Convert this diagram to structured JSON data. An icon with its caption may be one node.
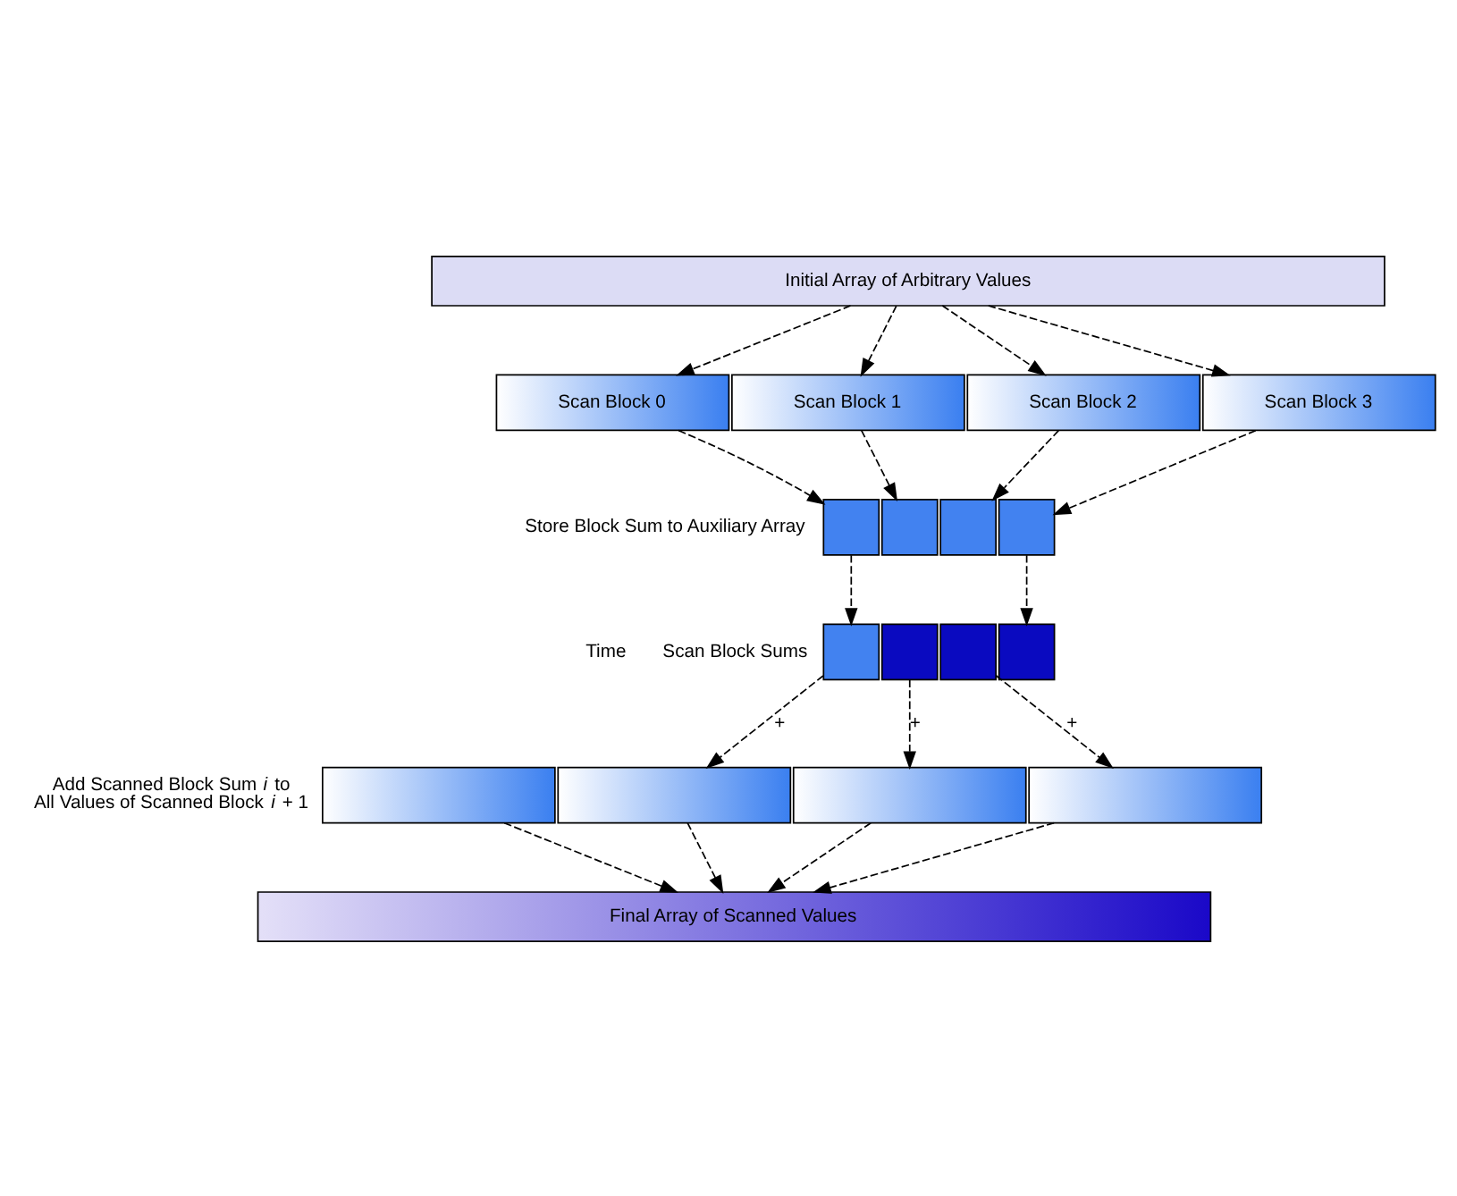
{
  "diagram": {
    "nodes": [
      {
        "text": [
          "Initial Array of Arbitrary Values"
        ]
      },
      {
        "text": [
          "Scan Block 0"
        ]
      },
      {
        "text": [
          "Scan Block 1"
        ]
      },
      {
        "text": [
          "Scan Block 2"
        ]
      },
      {
        "text": [
          "Scan Block 3"
        ]
      },
      {
        "text": [],
        "shape": "box"
      },
      {
        "text": [],
        "shape": "box"
      },
      {
        "text": [],
        "shape": "box"
      },
      {
        "text": [],
        "shape": "box"
      },
      {
        "text": [],
        "shape": "box"
      },
      {
        "text": [],
        "shape": "box"
      },
      {
        "text": [],
        "shape": "box"
      },
      {
        "text": [],
        "shape": "box"
      },
      {
        "text": [],
        "shape": "bar"
      },
      {
        "text": [],
        "shape": "bar"
      },
      {
        "text": [],
        "shape": "bar"
      },
      {
        "text": [],
        "shape": "bar"
      },
      {
        "text": [
          "Final Array of Scanned Values"
        ]
      }
    ],
    "edges": [
      {
        "from": 0,
        "to": 1,
        "arrow": "to",
        "style": "dashed"
      },
      {
        "from": 0,
        "to": 2,
        "arrow": "to",
        "style": "dashed"
      },
      {
        "from": 0,
        "to": 3,
        "arrow": "to",
        "style": "dashed"
      },
      {
        "from": 0,
        "to": 4,
        "arrow": "to",
        "style": "dashed"
      },
      {
        "from": 1,
        "to": 5,
        "arrow": "to",
        "style": "dashed"
      },
      {
        "from": 2,
        "to": 6,
        "arrow": "to",
        "style": "dashed"
      },
      {
        "from": 3,
        "to": 7,
        "arrow": "to",
        "style": "dashed"
      },
      {
        "from": 4,
        "to": 8,
        "arrow": "to",
        "style": "dashed"
      },
      {
        "from": 5,
        "to": 9,
        "arrow": "to",
        "style": "dashed"
      },
      {
        "from": 8,
        "to": 12,
        "arrow": "to",
        "style": "dashed"
      },
      {
        "from": 9,
        "to": 14,
        "arrow": "to",
        "style": "dashed",
        "label": "+"
      },
      {
        "from": 10,
        "to": 15,
        "arrow": "to",
        "style": "dashed",
        "label": "+"
      },
      {
        "from": 11,
        "to": 16,
        "arrow": "to",
        "style": "dashed",
        "label": "+"
      },
      {
        "from": 13,
        "to": 17,
        "arrow": "to",
        "style": "dashed"
      },
      {
        "from": 14,
        "to": 17,
        "arrow": "to",
        "style": "dashed"
      },
      {
        "from": 15,
        "to": 17,
        "arrow": "to",
        "style": "dashed"
      },
      {
        "from": 16,
        "to": 17,
        "arrow": "to",
        "style": "dashed"
      }
    ],
    "labels": [
      "Time",
      "Store Block Sum to Auxiliary Array",
      "Scan Block Sums",
      "Add Scanned Block Sum *i* to All Values of Scanned Block *i* + 1"
    ]
  }
}
